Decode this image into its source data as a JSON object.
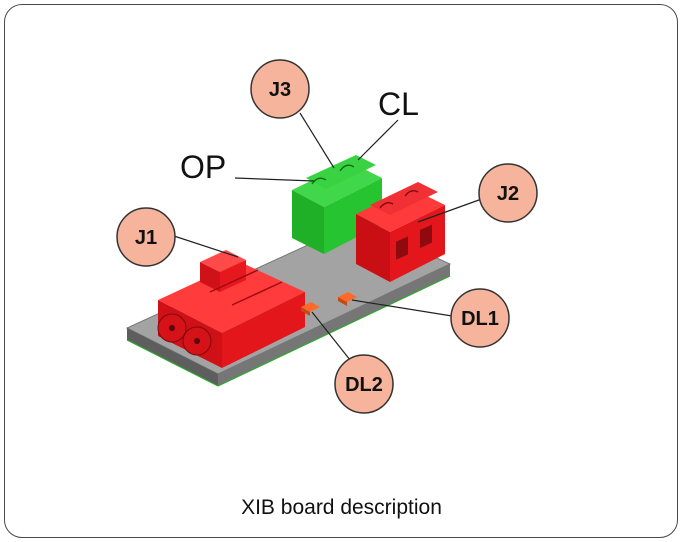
{
  "callouts": {
    "j1": "J1",
    "j2": "J2",
    "j3": "J3",
    "dl1": "DL1",
    "dl2": "DL2"
  },
  "pin_labels": {
    "op": "OP",
    "cl": "CL"
  },
  "caption": "XIB board description",
  "colors": {
    "callout_fill": "#F7B49C",
    "connector_red": "#E8141B",
    "terminal_green": "#22C32C",
    "board_gray": "#9A9A9A"
  }
}
